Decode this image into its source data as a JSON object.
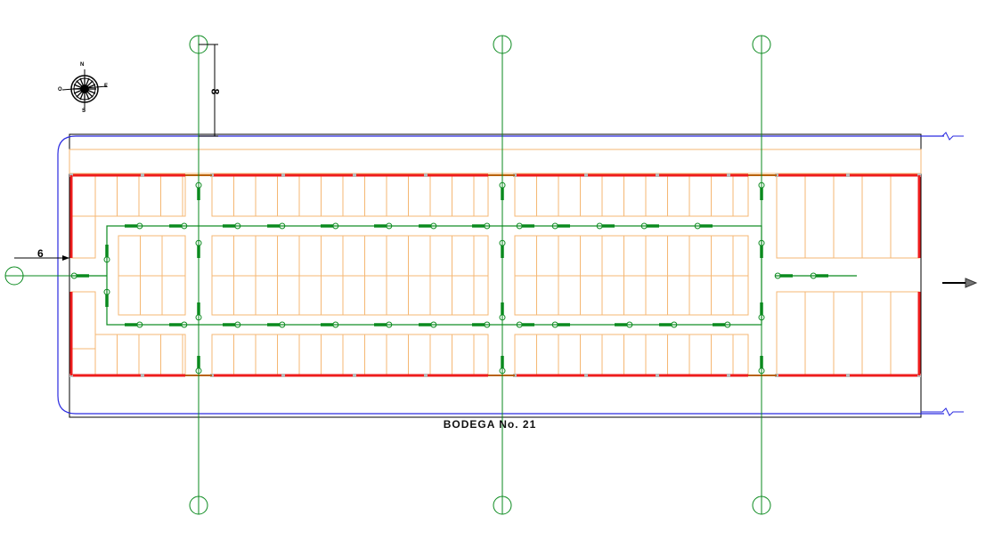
{
  "drawing": {
    "title": "BODEGA No. 21",
    "dimension_left": "6",
    "dimension_top": "8",
    "compass": {
      "north": "N",
      "east": "E",
      "west": "O",
      "south": "S"
    }
  },
  "colors": {
    "walls": "#ee1c1c",
    "door": "#b8620a",
    "stalls": "#f5b773",
    "circulation": "#0a8a1e",
    "property_line": "#2a2ae0",
    "outline": "#000000"
  }
}
